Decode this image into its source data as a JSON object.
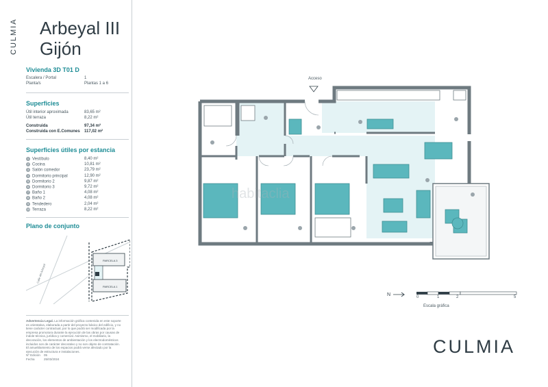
{
  "brand_vertical": "CULMIA",
  "project": {
    "line1": "Arbeyal III",
    "line2": "Gijón"
  },
  "unit_title": "Vivienda 3D T01 D",
  "info": [
    {
      "label": "Escalera / Portal",
      "value": "1"
    },
    {
      "label": "Planta/s",
      "value": "Plantas 1 a 6"
    }
  ],
  "surfaces": {
    "title": "Superficies",
    "rows": [
      {
        "label": "Útil interior aproximada",
        "value": "83,65 m²",
        "bold": false
      },
      {
        "label": "Útil terraza",
        "value": "8,22 m²",
        "bold": false
      },
      {
        "label": "Construida",
        "value": "97,34 m²",
        "bold": true
      },
      {
        "label": "Construida con E.Comunes",
        "value": "117,02 m²",
        "bold": true
      }
    ]
  },
  "rooms": {
    "title": "Superficies útiles por estancia",
    "rows": [
      {
        "n": "1",
        "label": "Vestíbulo",
        "value": "8,40 m²"
      },
      {
        "n": "2",
        "label": "Cocina",
        "value": "10,81 m²"
      },
      {
        "n": "3",
        "label": "Salón comedor",
        "value": "23,79 m²"
      },
      {
        "n": "4",
        "label": "Dormitorio principal",
        "value": "12,90 m²"
      },
      {
        "n": "5",
        "label": "Dormitorio 2",
        "value": "9,87 m²"
      },
      {
        "n": "6",
        "label": "Dormitorio 3",
        "value": "9,72 m²"
      },
      {
        "n": "7",
        "label": "Baño 1",
        "value": "4,08 m²"
      },
      {
        "n": "8",
        "label": "Baño 2",
        "value": "4,08 m²"
      },
      {
        "n": "9",
        "label": "Tendedero",
        "value": "2,04 m²"
      },
      {
        "n": "10",
        "label": "Terraza",
        "value": "8,22 m²"
      }
    ]
  },
  "site_plan": {
    "title": "Plano de conjunto",
    "parcel_a": "PARCELA 3",
    "parcel_b": "PARCELA 1",
    "street": "Calle del Arbeyal"
  },
  "legal": {
    "title": "Advertencia Legal.",
    "text": "La información gráfica contenida en este soporte es orientativa, elaborada a partir del proyecto básico del edificio, y no tiene carácter contractual, por lo que podrá ser modificada por la empresa promotora durante la ejecución de las obras por causas de índole técnica, jurídica y comercial. Asimismo, el mobiliario, la decoración, los elementos de ambientación y los electrodomésticos incluidos son de carácter decorativo y no son objeto de contratación. El amueblamiento de los espacios podrá verse afectado por la ejecución de estructura e instalaciones."
  },
  "meta": [
    {
      "label": "Nº Edición",
      "value": "05"
    },
    {
      "label": "Fecha",
      "value": "25/03/2024"
    }
  ],
  "plan": {
    "entrance_label": "Acceso",
    "watermark": "habitaclia",
    "scale_label": "Escala gráfica",
    "scale_ticks": [
      "0",
      "1",
      "2",
      "5"
    ],
    "north": "N"
  },
  "logo": "CULMIA",
  "colors": {
    "accent": "#1f8d96",
    "room_fill": "#e4f3f5",
    "furniture": "#5bb7bd",
    "wall": "#6e7a80"
  }
}
